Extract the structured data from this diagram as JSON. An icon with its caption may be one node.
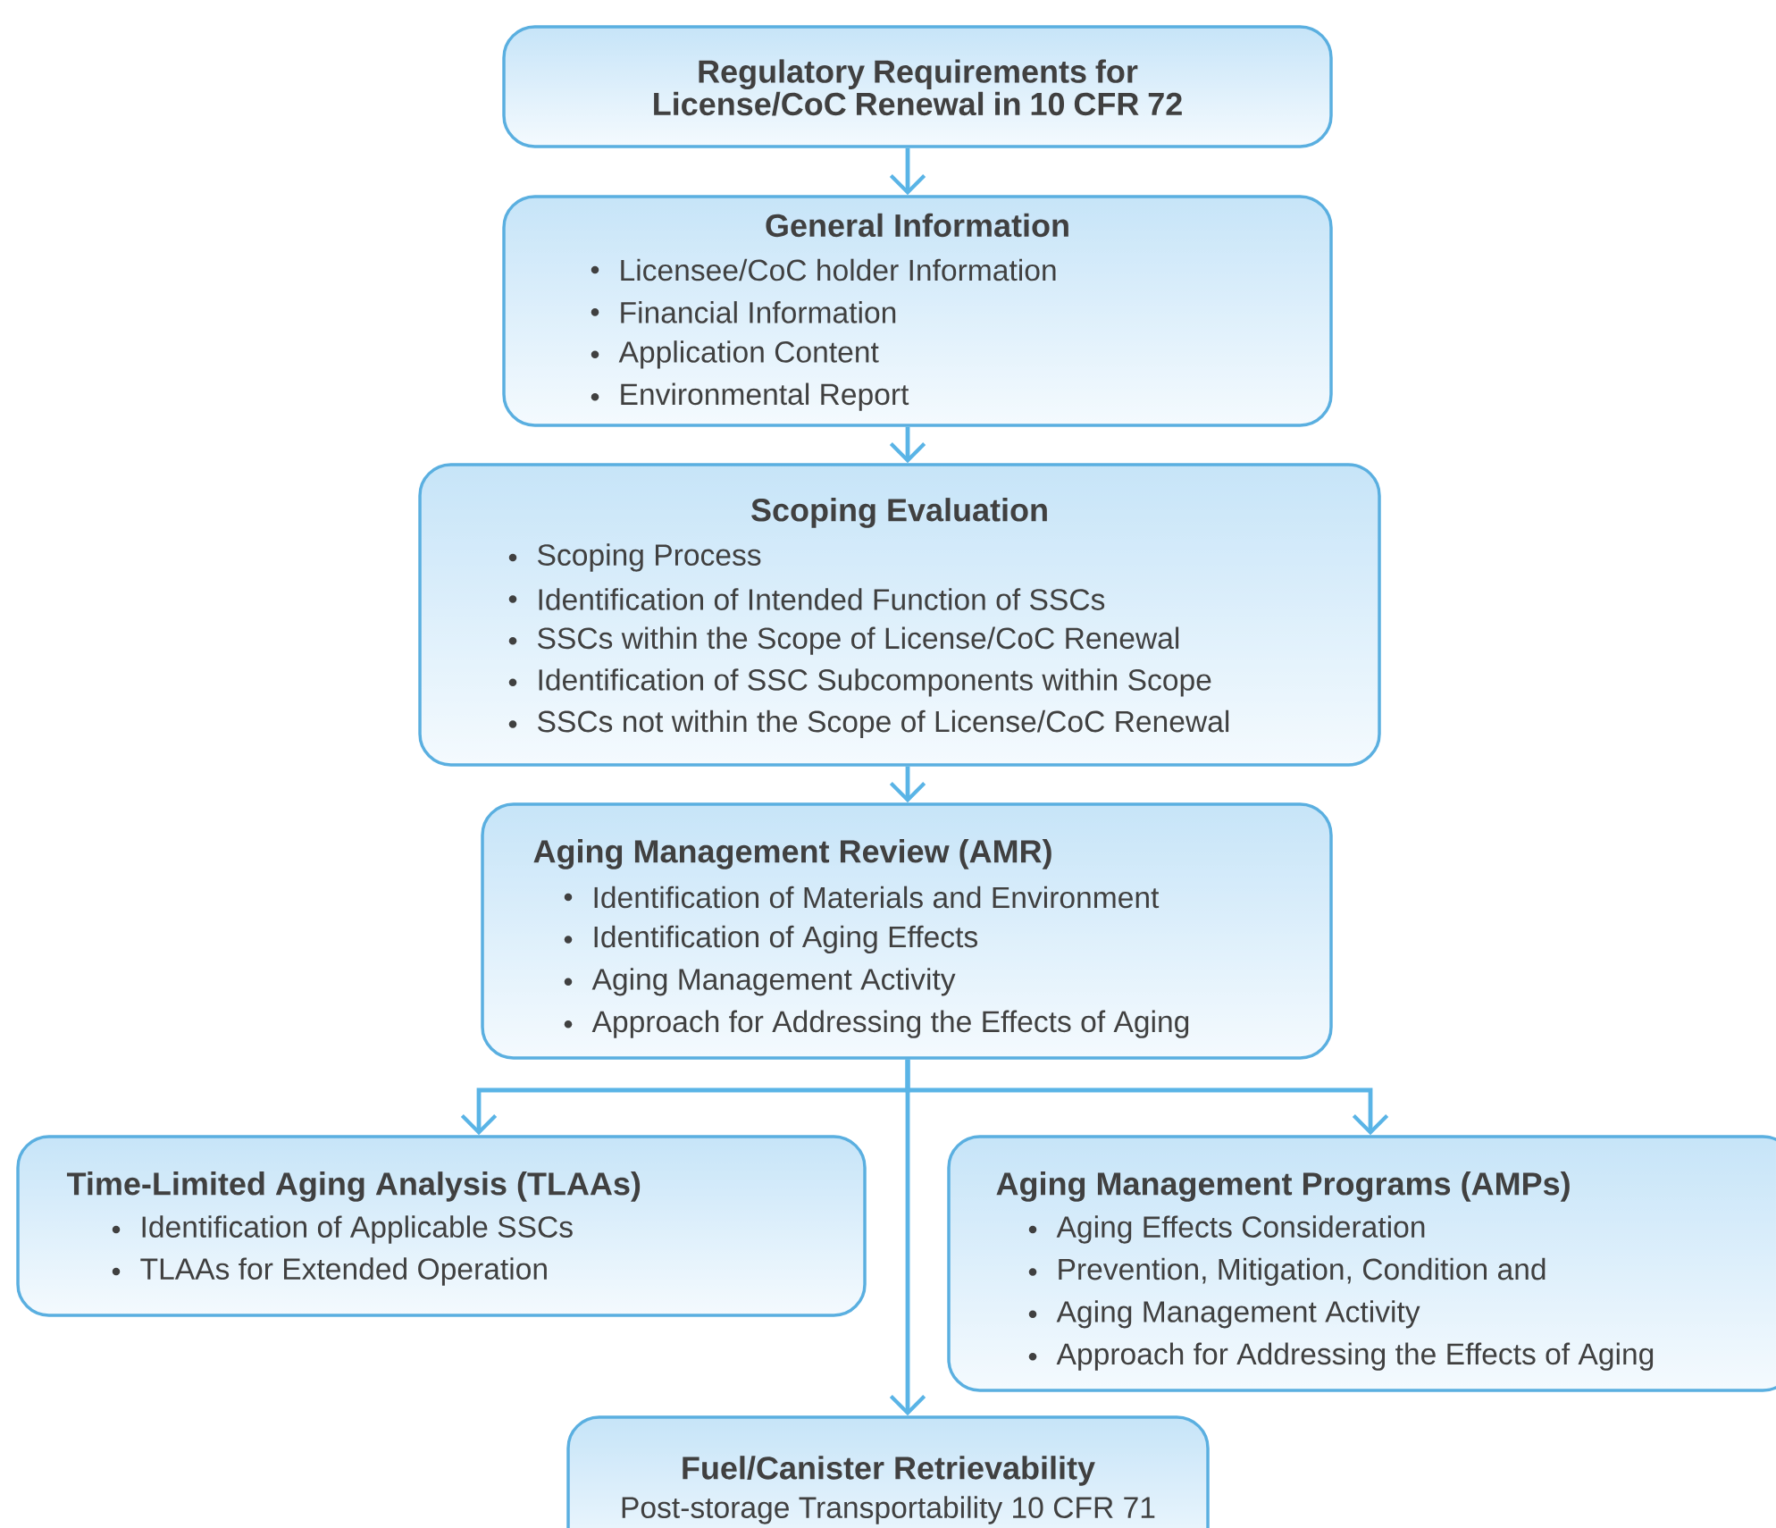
{
  "diagram": {
    "nodes": [
      {
        "text": [
          "Regulatory Requirements for License/CoC Renewal in 10 CFR 72"
        ]
      },
      {
        "text": [
          "General Information",
          "Licensee/CoC holder Information",
          "Financial Information",
          "Application Content",
          "Environmental Report"
        ]
      },
      {
        "text": [
          "Scoping Evaluation",
          "Scoping Process",
          "Identification of Intended Function of SSCs",
          "SSCs within the Scope of License/CoC Renewal",
          "Identification of SSC Subcomponents within Scope",
          "SSCs not within the Scope of License/CoC Renewal"
        ]
      },
      {
        "text": [
          "Aging Management Review (AMR)",
          "Identification of Materials and Environment",
          "Identification of Aging Effects",
          "Aging Management Activity",
          "Approach for Addressing the Effects of Aging"
        ]
      },
      {
        "text": [
          "Time-Limited Aging Analysis (TLAAs)",
          "Identification of Applicable SSCs",
          "TLAAs for Extended Operation"
        ]
      },
      {
        "text": [
          "Aging Management Programs (AMPs)",
          "Aging Effects Consideration",
          "Prevention, Mitigation, Condition and",
          "Aging Management Activity",
          "Approach for Addressing the Effects of Aging"
        ]
      },
      {
        "text": [
          "Fuel/Canister Retrievability",
          "Post-storage Transportability 10 CFR 71"
        ]
      }
    ],
    "edges": [
      {
        "from": 0,
        "to": 1,
        "arrow": "to"
      },
      {
        "from": 1,
        "to": 2,
        "arrow": "to"
      },
      {
        "from": 2,
        "to": 3,
        "arrow": "to"
      },
      {
        "from": 3,
        "to": 4,
        "arrow": "to"
      },
      {
        "from": 3,
        "to": 5,
        "arrow": "to"
      },
      {
        "from": 3,
        "to": 6,
        "arrow": "to"
      }
    ]
  }
}
